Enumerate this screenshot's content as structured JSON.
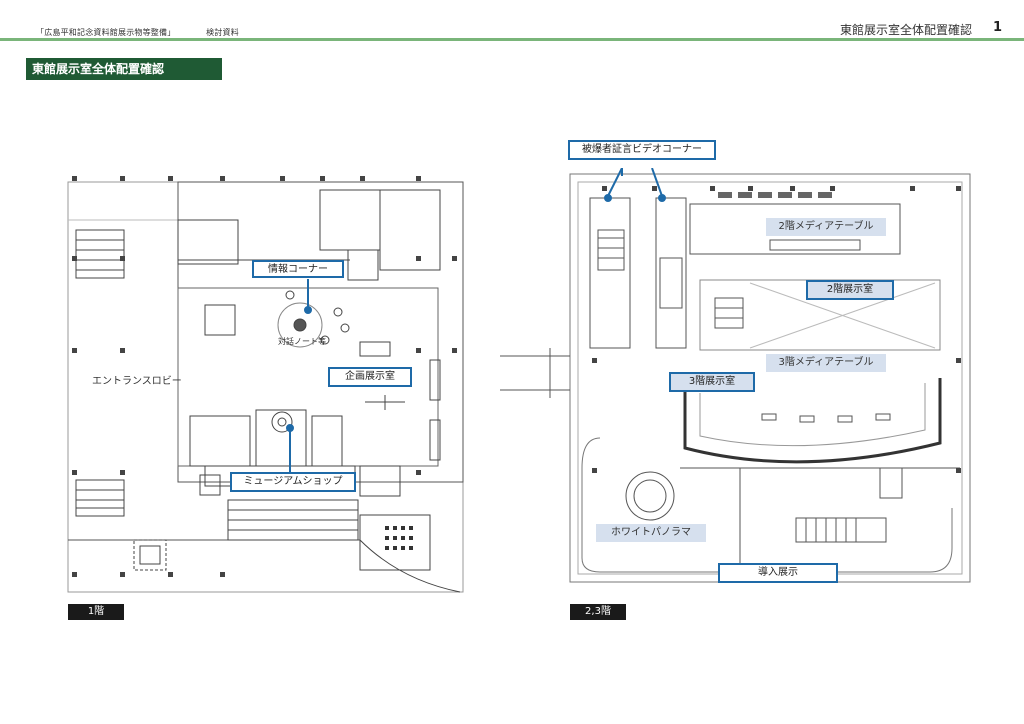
{
  "header": {
    "doc_title": "「広島平和記念資料館展示物等整備」",
    "doc_subtitle": "検討資料",
    "page_heading": "東館展示室全体配置確認",
    "page_number": "1"
  },
  "section_title": "東館展示室全体配置確認",
  "floor1": {
    "label": "1階",
    "callouts": {
      "info_corner": "情報コーナー",
      "exhibit_room": "企画展示室",
      "museum_shop": "ミュージアムショップ"
    },
    "labels": {
      "entrance_lobby": "エントランスロビー",
      "dialogue_note": "対話ノート等"
    }
  },
  "floor23": {
    "label": "2,3階",
    "callouts": {
      "video_corner": "被爆者証言ビデオコーナー",
      "room3": "3階展示室",
      "intro": "導入展示"
    },
    "labels": {
      "media_table_2f": "2階メディアテーブル",
      "room2": "2階展示室",
      "media_table_3f": "3階メディアテーブル",
      "white_panorama": "ホワイトパノラマ"
    }
  },
  "colors": {
    "accent_green": "#1f5a34",
    "rule_green": "#7ab57a",
    "callout_blue": "#1e6aa8",
    "label_fill": "#d6e0ee"
  }
}
